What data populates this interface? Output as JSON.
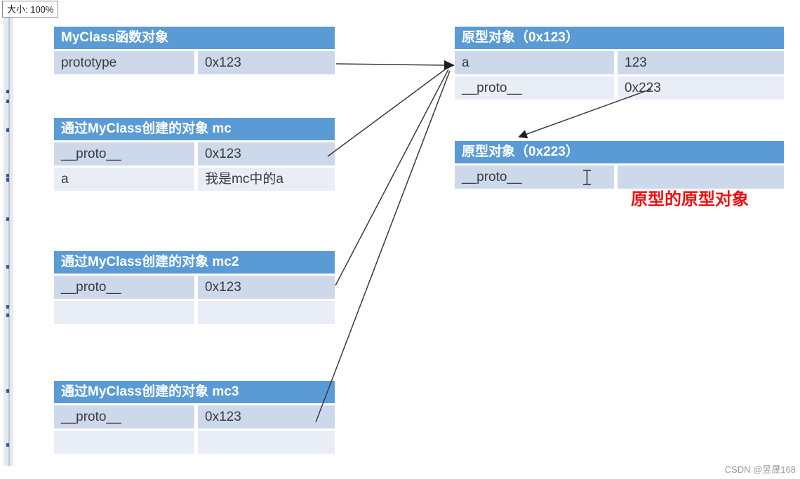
{
  "zoom_indicator": {
    "label": "大小: 100%"
  },
  "tables": [
    {
      "id": "myclass-function-object",
      "title": "MyClass函数对象",
      "rows": [
        {
          "key": "prototype",
          "value": "0x123"
        }
      ]
    },
    {
      "id": "mc",
      "title": "通过MyClass创建的对象 mc",
      "rows": [
        {
          "key": "__proto__",
          "value": "0x123"
        },
        {
          "key": "a",
          "value": "我是mc中的a"
        }
      ]
    },
    {
      "id": "mc2",
      "title": "通过MyClass创建的对象 mc2",
      "rows": [
        {
          "key": "__proto__",
          "value": "0x123"
        },
        {
          "key": "",
          "value": ""
        }
      ]
    },
    {
      "id": "mc3",
      "title": "通过MyClass创建的对象 mc3",
      "rows": [
        {
          "key": "__proto__",
          "value": "0x123"
        },
        {
          "key": "",
          "value": ""
        }
      ]
    },
    {
      "id": "prototype-object-0x123",
      "title": "原型对象（0x123）",
      "rows": [
        {
          "key": "a",
          "value": "123"
        },
        {
          "key": "__proto__",
          "value": "0x223"
        }
      ]
    },
    {
      "id": "prototype-object-0x223",
      "title": "原型对象（0x223）",
      "rows": [
        {
          "key": "__proto__",
          "value": ""
        }
      ]
    }
  ],
  "arrows": [
    {
      "from": "MyClass函数对象.prototype (0x123)",
      "to": "原型对象（0x123）"
    },
    {
      "from": "mc.__proto__ (0x123)",
      "to": "原型对象（0x123）"
    },
    {
      "from": "mc2.__proto__ (0x123)",
      "to": "原型对象（0x123）"
    },
    {
      "from": "mc3.__proto__ (0x123)",
      "to": "原型对象（0x123）"
    },
    {
      "from": "原型对象（0x123）.__proto__ (0x223)",
      "to": "原型对象（0x223）"
    }
  ],
  "cursor": {
    "icon": "i-beam-text-cursor"
  },
  "annotation": {
    "text": "原型的原型对象"
  },
  "watermark": {
    "text": "CSDN @昱晟168"
  },
  "colors": {
    "header_bg": "#5b9bd5",
    "header_text": "#ffffff",
    "row_band_dark": "#cdd9ea",
    "row_band_light": "#e9eef6",
    "arrow": "#3a3a3a",
    "annotation_red": "#ee1010",
    "watermark_gray": "#9b9b9b"
  }
}
